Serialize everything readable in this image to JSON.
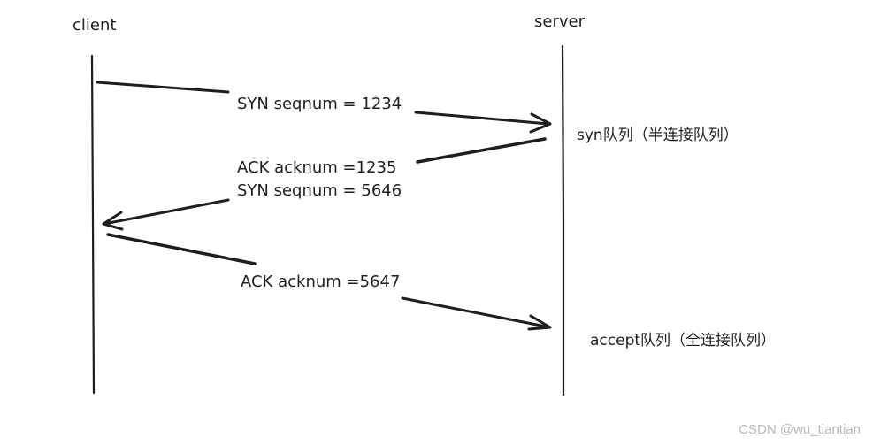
{
  "actors": {
    "client": "client",
    "server": "server"
  },
  "messages": [
    {
      "label": "SYN seqnum = 1234",
      "direction": "client-to-server"
    },
    {
      "label_line1": "ACK acknum =1235",
      "label_line2": "SYN seqnum = 5646",
      "direction": "server-to-client"
    },
    {
      "label": "ACK acknum =5647",
      "direction": "client-to-server"
    }
  ],
  "queues": {
    "syn": "syn队列（半连接队列）",
    "accept": "accept队列（全连接队列）"
  },
  "watermark": "CSDN @wu_tiantian",
  "colors": {
    "ink": "#1e1e1e",
    "watermark": "#b8b8b8",
    "background": "#ffffff"
  }
}
